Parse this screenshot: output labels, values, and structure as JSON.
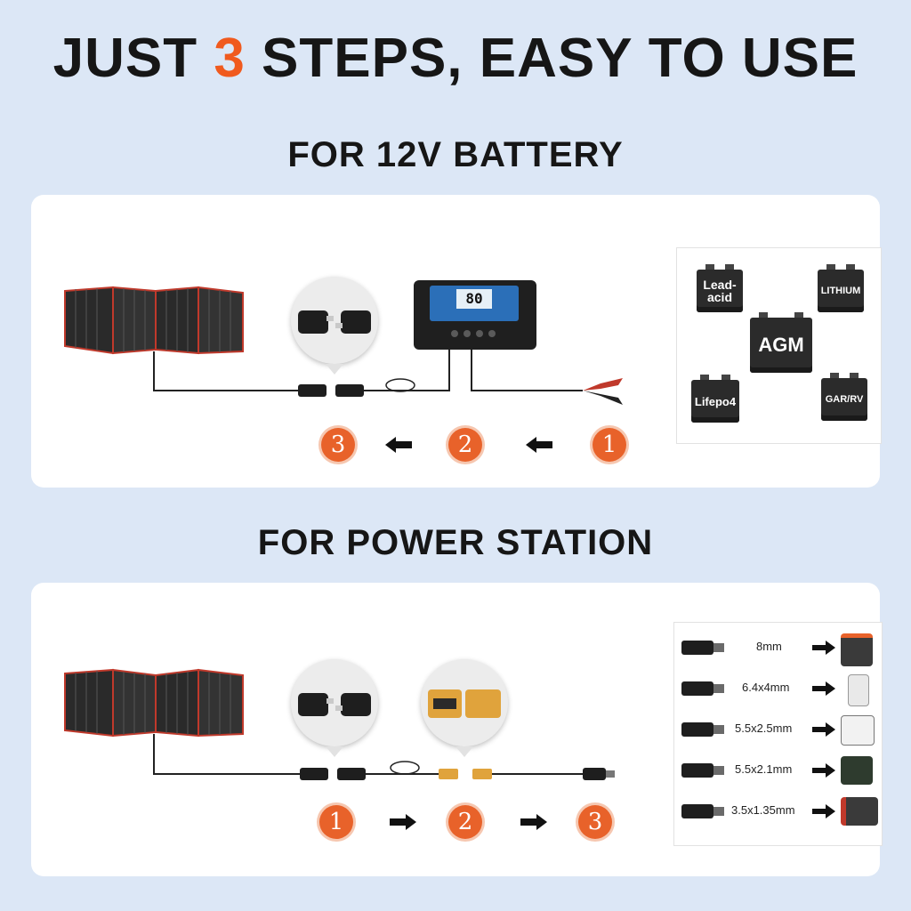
{
  "headline": {
    "before": "JUST ",
    "accent": "3",
    "after": " STEPS, EASY TO USE"
  },
  "colors": {
    "accent": "#f05a1e",
    "badge": "#e8622a",
    "background": "#dce7f6",
    "panel": "#ffffff"
  },
  "battery_section": {
    "title": "FOR 12V BATTERY",
    "controller_display": "80",
    "steps": [
      "3",
      "2",
      "1"
    ],
    "batteries": [
      "Lead-\nacid",
      "LITHIUM",
      "AGM",
      "Lifepo4",
      "GAR/RV"
    ]
  },
  "power_section": {
    "title": "FOR POWER STATION",
    "steps": [
      "1",
      "2",
      "3"
    ],
    "connectors": [
      "8mm",
      "6.4x4mm",
      "5.5x2.5mm",
      "5.5x2.1mm",
      "3.5x1.35mm"
    ]
  },
  "icons": [
    "solar-panel-icon",
    "sae-connector-icon",
    "charge-controller-icon",
    "alligator-clip-icon",
    "xt60-connector-icon",
    "dc-plug-icon",
    "power-station-icon",
    "arrow-left-icon",
    "arrow-right-icon"
  ]
}
